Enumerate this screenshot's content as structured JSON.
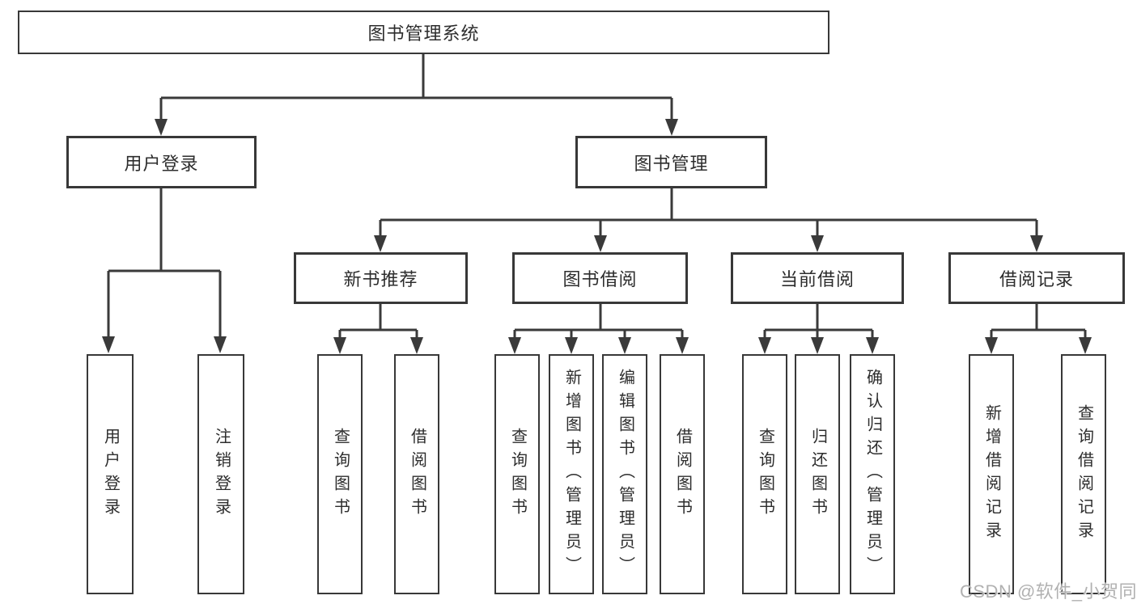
{
  "diagram": {
    "watermark": "CSDN @软件_小贺同学",
    "colors": {
      "line": "#3a3a3a",
      "box_border": "#383838",
      "text": "#2d2d2d",
      "background": "#ffffff",
      "watermark": "#b1b1b1"
    },
    "tree": {
      "label": "图书管理系统",
      "children": [
        {
          "label": "用户登录",
          "children": [
            {
              "label": "用户登录"
            },
            {
              "label": "注销登录"
            }
          ]
        },
        {
          "label": "图书管理",
          "children": [
            {
              "label": "新书推荐",
              "children": [
                {
                  "label": "查询图书"
                },
                {
                  "label": "借阅图书"
                }
              ]
            },
            {
              "label": "图书借阅",
              "children": [
                {
                  "label": "查询图书"
                },
                {
                  "label": "新增图书（管理员）"
                },
                {
                  "label": "编辑图书（管理员）"
                },
                {
                  "label": "借阅图书"
                }
              ]
            },
            {
              "label": "当前借阅",
              "children": [
                {
                  "label": "查询图书"
                },
                {
                  "label": "归还图书"
                },
                {
                  "label": "确认归还（管理员）"
                }
              ]
            },
            {
              "label": "借阅记录",
              "children": [
                {
                  "label": "新增借阅记录"
                },
                {
                  "label": "查询借阅记录"
                }
              ]
            }
          ]
        }
      ]
    }
  }
}
